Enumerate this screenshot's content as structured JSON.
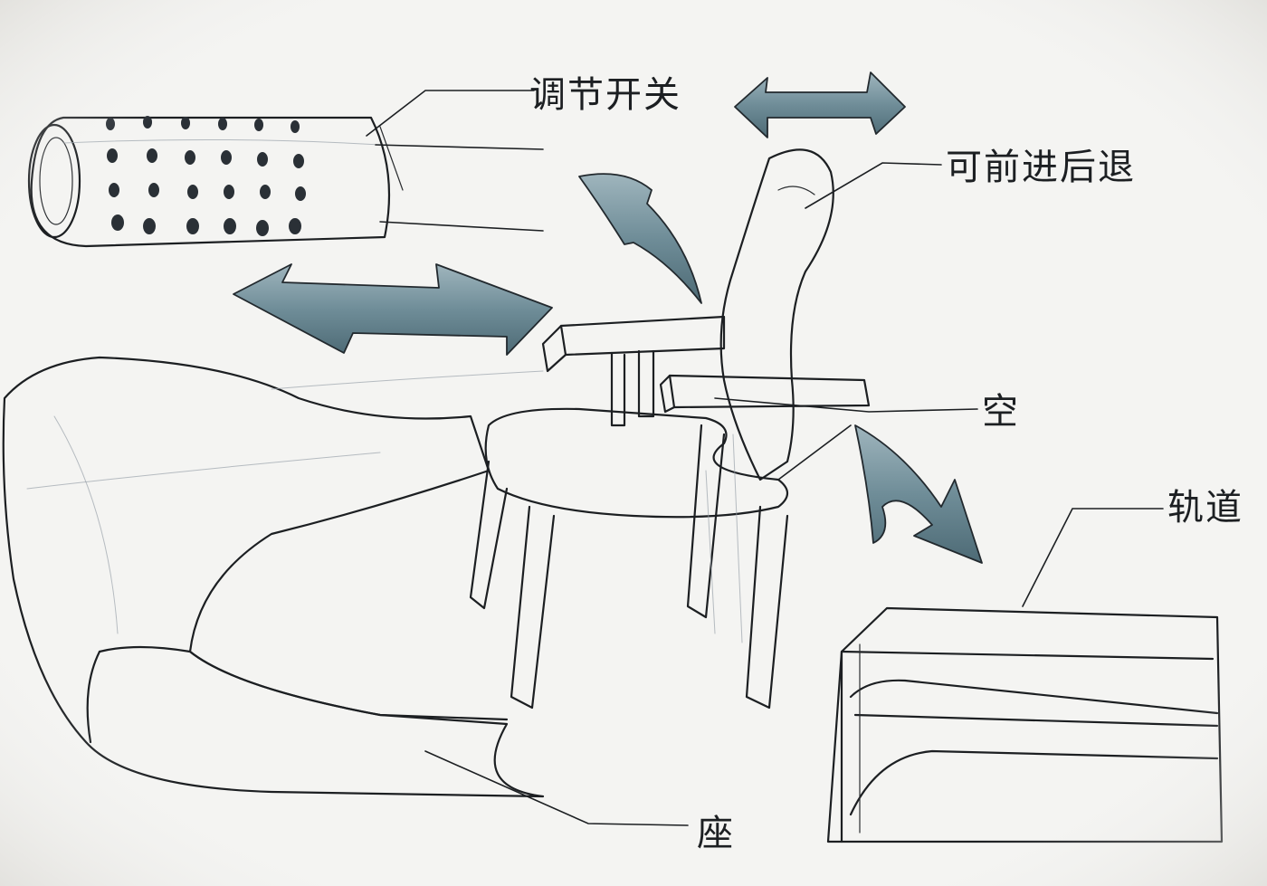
{
  "labels": {
    "switch": "调节开关",
    "seat_back": "可前进后退",
    "gap": "空",
    "rail": "轨道",
    "base": "座"
  },
  "colors": {
    "paper": "#f4f4f2",
    "ink": "#1c1f22",
    "marker_blue_gray": "#6f8d98",
    "marker_cool_gray": "#8f9aa4"
  }
}
